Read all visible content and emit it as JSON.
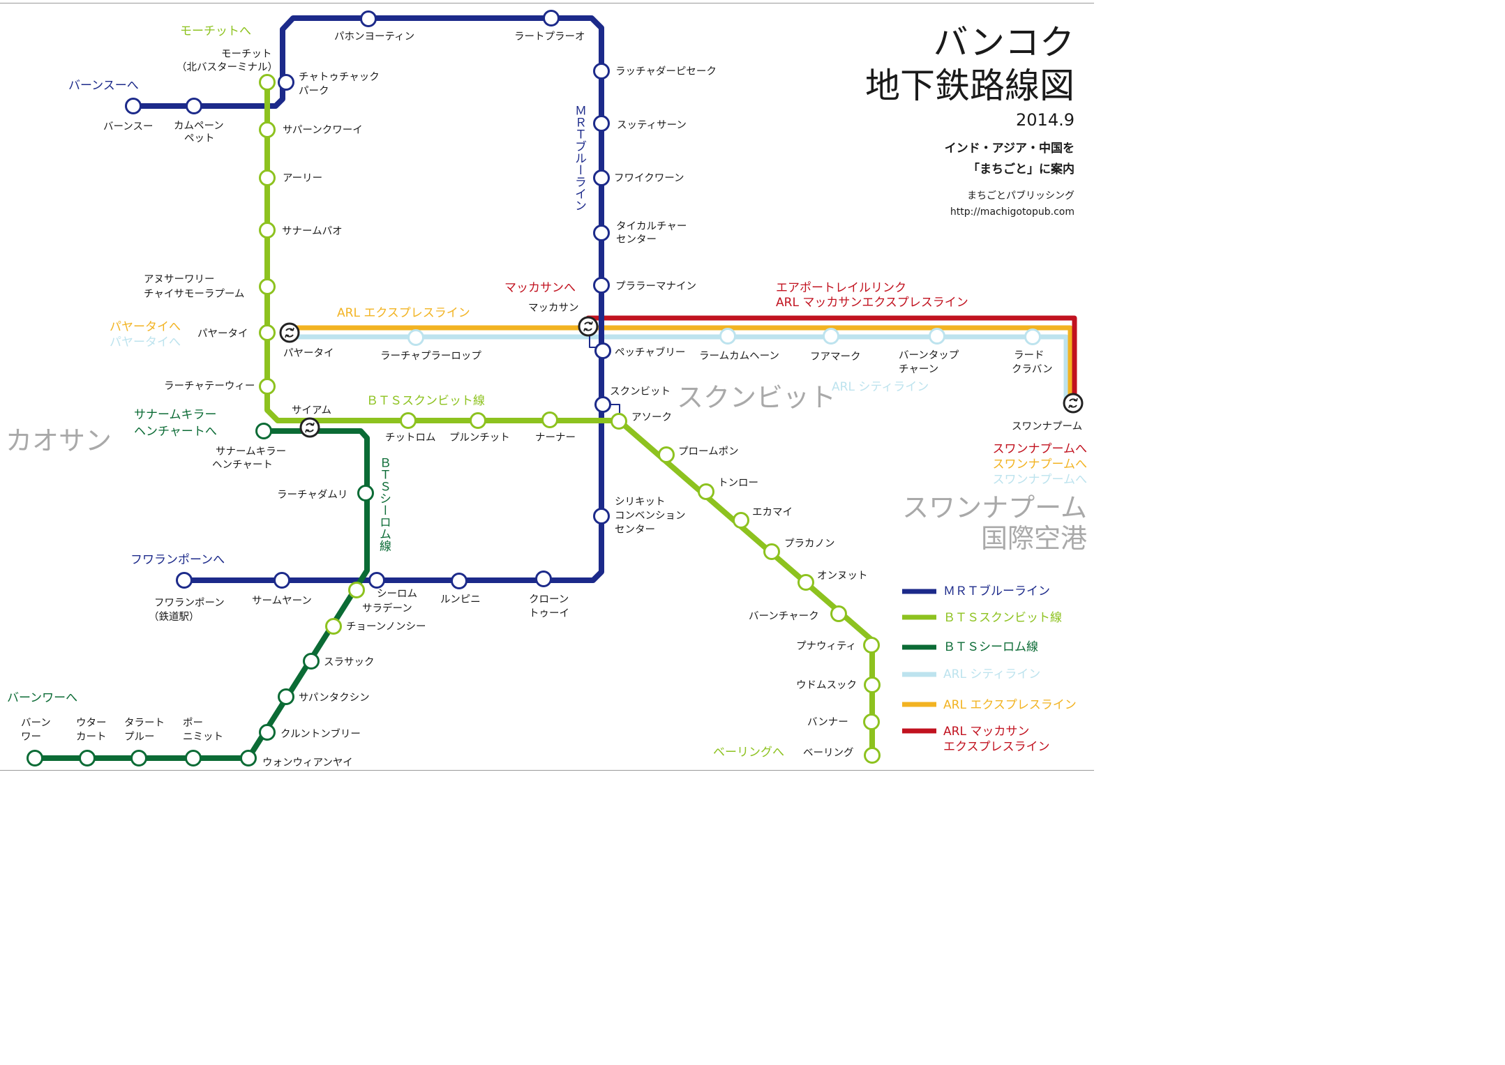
{
  "title": {
    "line1": "バンコク",
    "line2": "地下鉄路線図",
    "date": "2014.9"
  },
  "publisher": {
    "tagline1": "インド・アジア・中国を",
    "tagline2": "「まちごと」に案内",
    "name": "まちごとパブリッシング",
    "url": "http://machigotopub.com"
  },
  "colors": {
    "mrt_blue": "#1c2a8a",
    "bts_sukhumvit": "#8dc21f",
    "bts_silom": "#0b6b35",
    "arl_city": "#bde3ee",
    "arl_express": "#f2b322",
    "arl_makkasan": "#c1121f",
    "area_gray": "#a9a9a9"
  },
  "lines": {
    "mrt_blue": "ＭＲＴブルーライン",
    "mrt_blue_vertical": "ＭＲＴブルーライン",
    "bts_sukhumvit": "ＢＴＳスクンビット線",
    "bts_silom": "ＢＴＳシーロム線",
    "bts_silom_vertical": "ＢＴＳシーロム線",
    "arl_city": "ARL シティライン",
    "arl_express": "ARL エクスプレスライン",
    "arl_makkasan_l1": "エアポートレイルリンク",
    "arl_makkasan_l2": "ARL マッカサンエクスプレスライン"
  },
  "legend": [
    {
      "label": "ＭＲＴブルーライン",
      "color": "#1c2a8a"
    },
    {
      "label": "ＢＴＳスクンビット線",
      "color": "#8dc21f"
    },
    {
      "label": "ＢＴＳシーロム線",
      "color": "#0b6b35"
    },
    {
      "label": "ARL シティライン",
      "color": "#bde3ee"
    },
    {
      "label": "ARL エクスプレスライン",
      "color": "#f2b322"
    },
    {
      "label": "ARL マッカサン",
      "label2": "エクスプレスライン",
      "color": "#c1121f"
    }
  ],
  "areas": {
    "khaosan": "カオサン",
    "sukhumvit": "スクンビット",
    "airport_l1": "スワンナプーム",
    "airport_l2": "国際空港"
  },
  "directions": {
    "mochit": "モーチットへ",
    "bangsue": "バーンスーへ",
    "phayathai_orange": "パヤータイへ",
    "phayathai_lightblue": "パヤータイへ",
    "makkasan": "マッカサンへ",
    "national_stadium_l1": "サナームキラー",
    "national_stadium_l2": "ヘンチャートへ",
    "hualamphong": "フワランポーンへ",
    "bangwa": "バーンワーへ",
    "bearing": "ベーリングへ",
    "suvarnabhumi_red": "スワンナプームへ",
    "suvarnabhumi_orange": "スワンナプームへ",
    "suvarnabhumi_lightblue": "スワンナプームへ"
  },
  "stations": {
    "mrt": {
      "bangsue": "バーンスー",
      "kamphaengphet_l1": "カムペーン",
      "kamphaengphet_l2": "ペット",
      "chatuchak_l1": "チャトゥチャック",
      "chatuchak_l2": "パーク",
      "phahon": "パホンヨーティン",
      "ladphrao": "ラートプラーオ",
      "ratchada": "ラッチャダーピセーク",
      "sutthisan": "スッティサーン",
      "huaikhwang": "フワイクワーン",
      "culture_l1": "タイカルチャー",
      "culture_l2": "センター",
      "rama9": "プララーマナイン",
      "makkasan_label": "マッカサン",
      "phetchaburi": "ペッチャブリー",
      "sukhumvit": "スクンビット",
      "qsncc_l1": "シリキット",
      "qsncc_l2": "コンベンション",
      "qsncc_l3": "センター",
      "klongtoei_l1": "クローン",
      "klongtoei_l2": "トゥーイ",
      "lumphini": "ルンピニ",
      "silom": "シーロム",
      "samyan": "サームヤーン",
      "hualamphong_l1": "フワランポーン",
      "hualamphong_l2": "（鉄道駅）"
    },
    "bts_sukhumvit": {
      "mochit_l1": "モーチット",
      "mochit_l2": "（北バスターミナル）",
      "saphankhwai": "サパーンクワーイ",
      "ari": "アーリー",
      "sanampao": "サナームパオ",
      "victory_l1": "アヌサーワリー",
      "victory_l2": "チャイサモーラプーム",
      "phayathai": "パヤータイ",
      "ratchathewi": "ラーチャテーウィー",
      "siam": "サイアム",
      "chitlom": "チットロム",
      "ploenchit": "プルンチット",
      "nana": "ナーナー",
      "asok": "アソーク",
      "phromphong": "プロームポン",
      "thonglor": "トンロー",
      "ekkamai": "エカマイ",
      "phrakhanong": "プラカノン",
      "onnut": "オンヌット",
      "bangchak": "バーンチャーク",
      "punnawithi": "プナウィティ",
      "udomsuk": "ウドムスック",
      "bangna": "バンナー",
      "bearing": "ベーリング"
    },
    "bts_silom": {
      "national_stadium_l1": "サナームキラー",
      "national_stadium_l2": "ヘンチャート",
      "ratchadamri": "ラーチャダムリ",
      "saladaeng": "サラデーン",
      "chongnonsi": "チョーンノンシー",
      "surasak": "スラサック",
      "saphantaksin": "サパンタクシン",
      "krungthonburi": "クルントンブリー",
      "wongwianyai": "ウォンウィアンヤイ",
      "pho_nimit_l1": "ポー",
      "pho_nimit_l2": "ニミット",
      "talat_phlu_l1": "タラート",
      "talat_phlu_l2": "プルー",
      "wutthakat_l1": "ウター",
      "wutthakat_l2": "カート",
      "bangwa_l1": "バーン",
      "bangwa_l2": "ワー"
    },
    "arl": {
      "phayathai": "パヤータイ",
      "ratchaprarop": "ラーチャプラーロップ",
      "ramkhamhaeng": "ラームカムヘーン",
      "huamak": "フアマーク",
      "bantapchang_l1": "バーンタップ",
      "bantapchang_l2": "チャーン",
      "latkrabang_l1": "ラード",
      "latkrabang_l2": "クラバン",
      "suvarnabhumi": "スワンナプーム"
    }
  }
}
